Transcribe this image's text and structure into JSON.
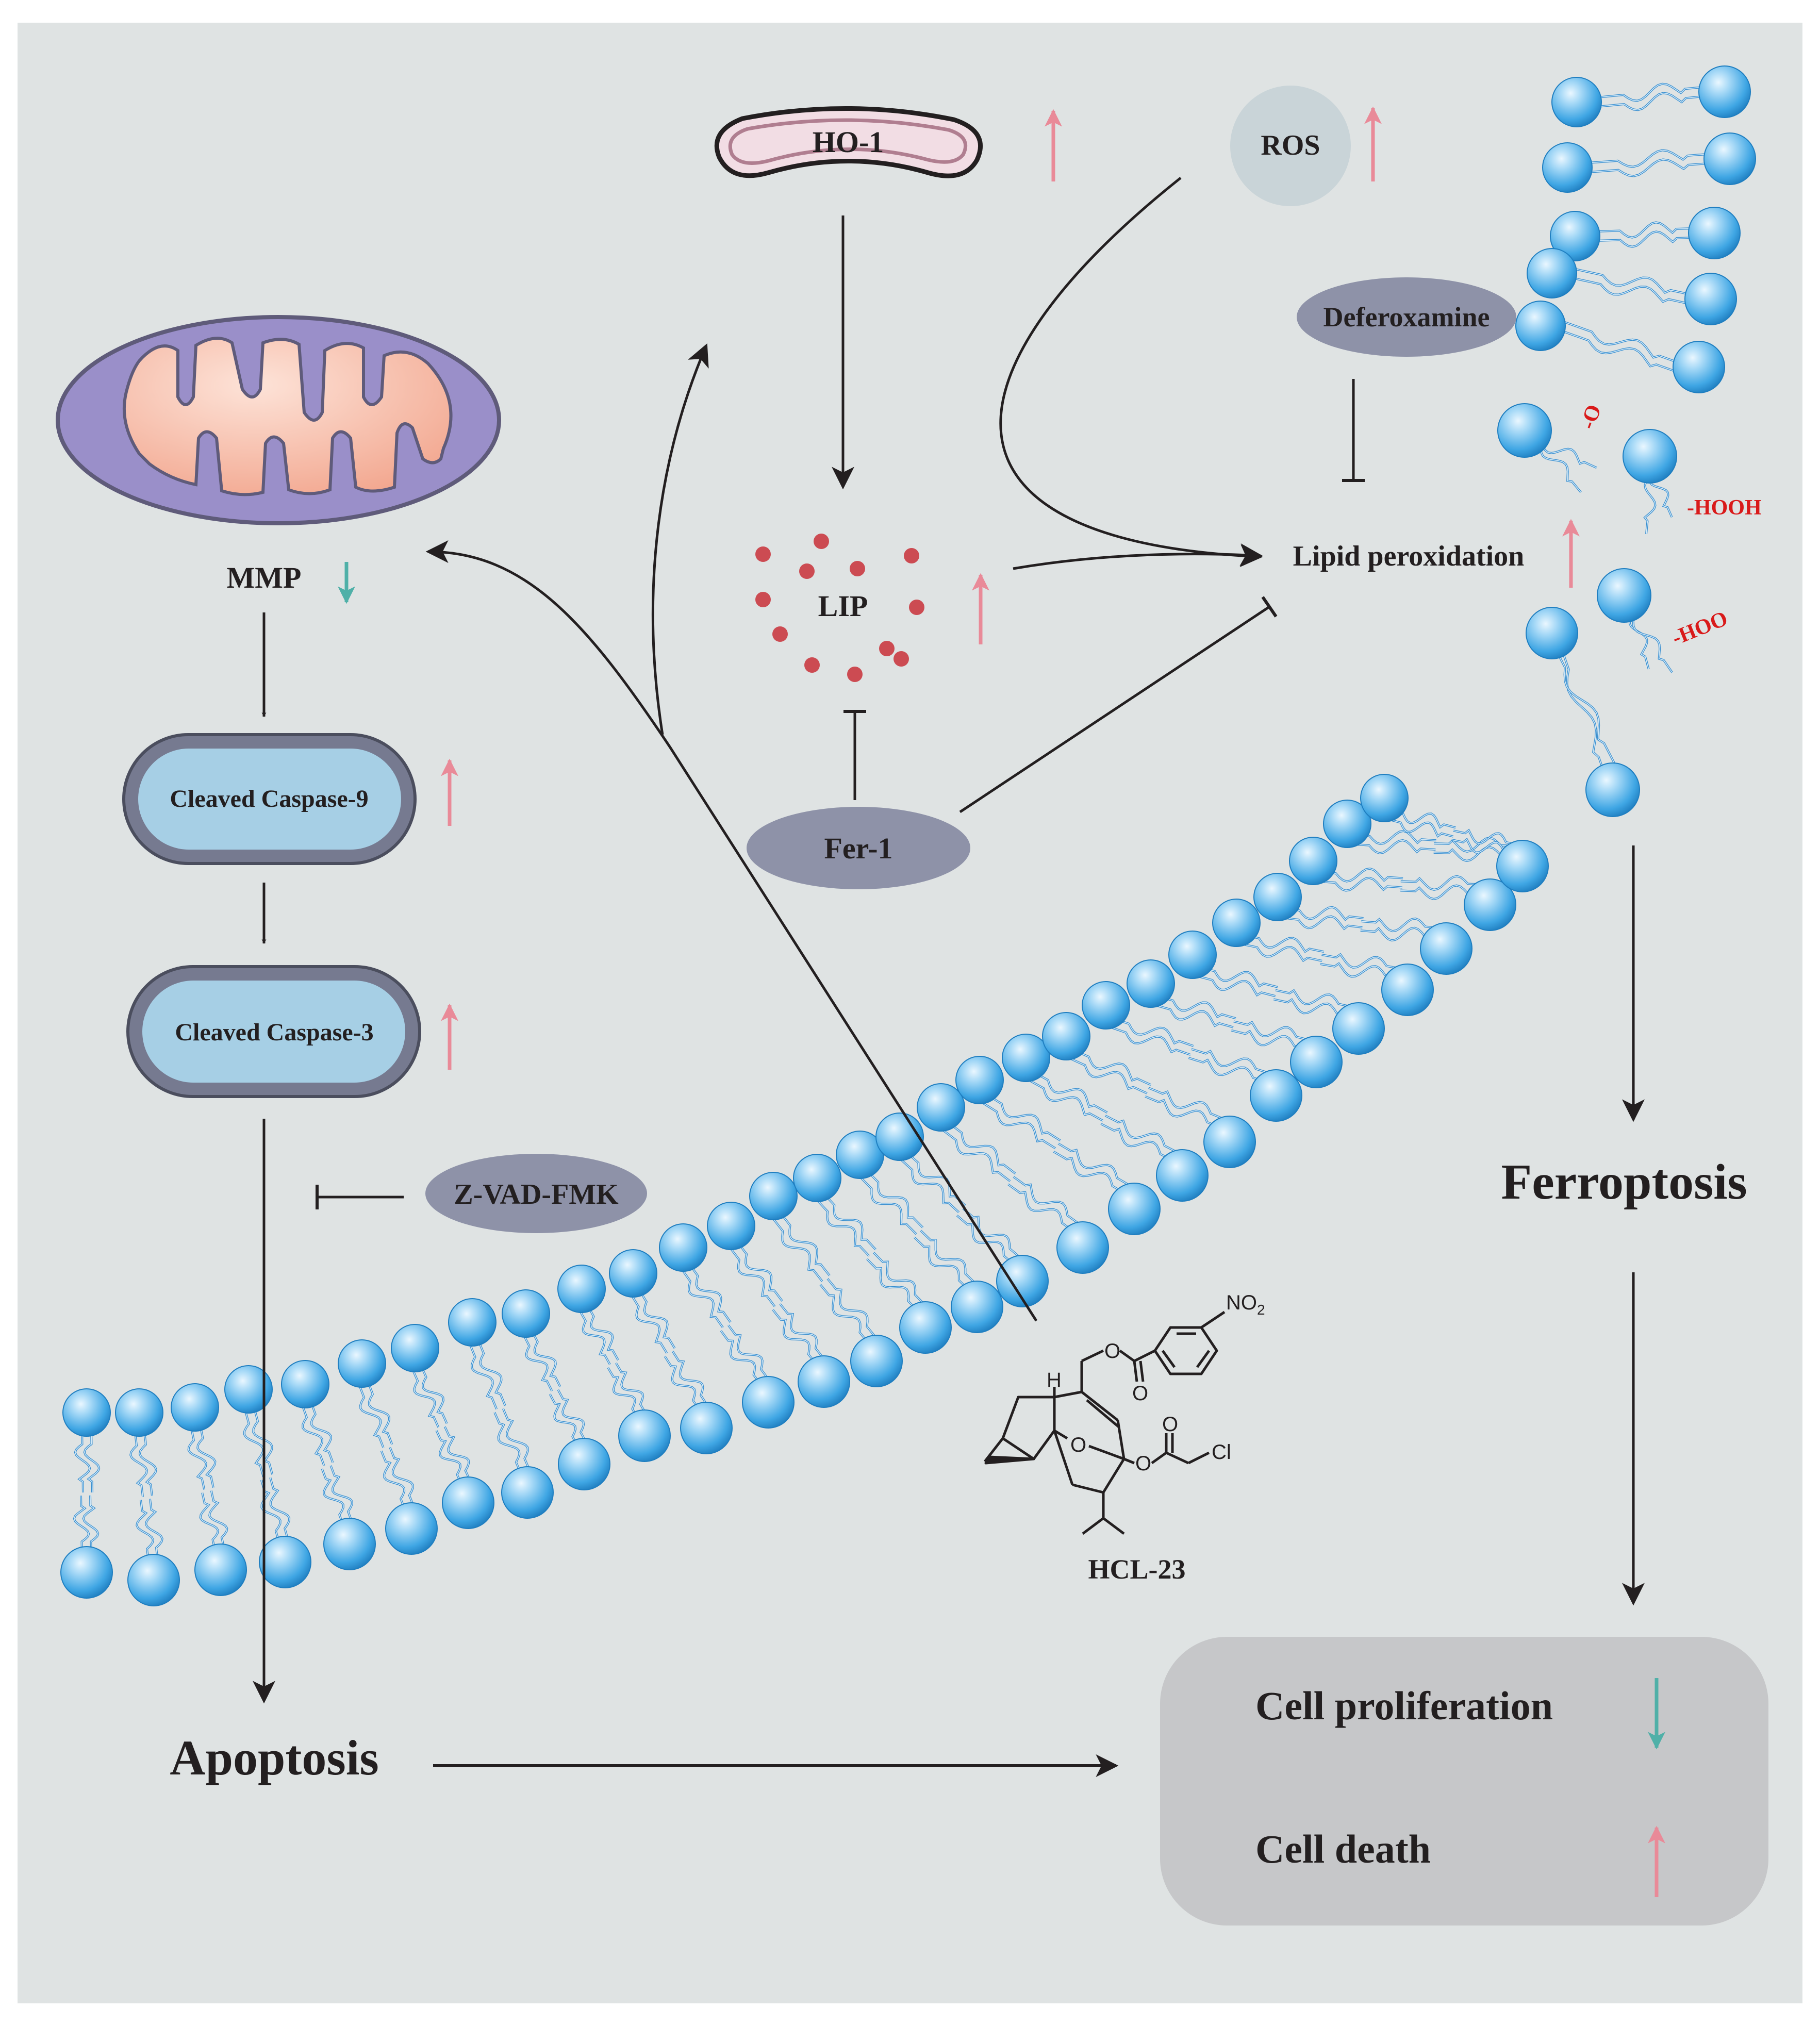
{
  "labels": {
    "ho1": "HO-1",
    "ros": "ROS",
    "deferoxamine": "Deferoxamine",
    "mmp": "MMP",
    "lip": "LIP",
    "lipid_peroxidation": "Lipid peroxidation",
    "caspase9": "Cleaved Caspase-9",
    "caspase3": "Cleaved Caspase-3",
    "fer1": "Fer-1",
    "zvad": "Z-VAD-FMK",
    "ferroptosis": "Ferroptosis",
    "apoptosis": "Apoptosis",
    "cell_proliferation": "Cell proliferation",
    "cell_death": "Cell death",
    "hcl23": "HCL-23"
  },
  "lipid_labels": {
    "o_radical": "-O",
    "hooh": "-HOOH",
    "hoo": "-HOO"
  },
  "molecule_atoms": {
    "h": "H",
    "o_bridge": "O",
    "o_ester1": "O",
    "o_carbonyl1": "O",
    "o_ester2": "O",
    "o_carbonyl2": "O",
    "cl": "Cl",
    "no2": "NO",
    "no2_sub": "2"
  },
  "colors": {
    "background": "#dfe3e3",
    "up_arrow": "#e98a98",
    "down_arrow": "#4fb0a8",
    "inhibitor_ellipse": "#8e92a8",
    "ros_circle": "#c9d4d8",
    "lip_dot": "#cc4b52",
    "caspase_outer": "#767a90",
    "caspase_inner": "#a6cfe5",
    "phospholipid_head": "#3fa6e4",
    "outcome_box": "#c6c7c9",
    "mito_outer": "#9a8fc9",
    "mito_inner": "#f6b3a0",
    "ho1_fill": "#f2dde4",
    "ho1_stroke": "#b07e90",
    "red_text": "#d91a1a"
  },
  "icons": [
    "mitochondrion-icon",
    "membrane-bilayer-icon",
    "ho1-vesicle-icon",
    "molecule-structure-icon"
  ]
}
